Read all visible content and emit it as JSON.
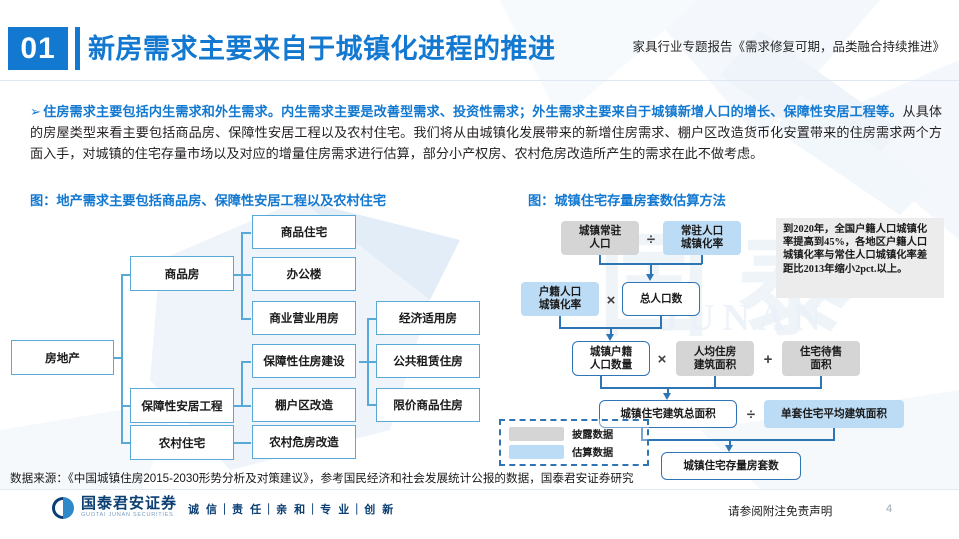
{
  "header": {
    "number": "01",
    "title": "新房需求主要来自于城镇化进程的推进",
    "report": "家具行业专题报告《需求修复可期，品类融合持续推进》"
  },
  "paragraph": {
    "bullet_glyph": "➢",
    "lead": "住房需求主要包括内生需求和外生需求。内生需求主要是改善型需求、投资性需求；外生需求主要来自于城镇新增人口的增长、保障性安居工程等。",
    "rest": "从具体的房屋类型来看主要包括商品房、保障性安居工程以及农村住宅。我们将从由城镇化发展带来的新增住房需求、棚户区改造货币化安置带来的住房需求两个方面入手，对城镇的住宅存量市场以及对应的增量住房需求进行估算，部分小产权房、农村危房改造所产生的需求在此不做考虑。"
  },
  "figures": {
    "left_caption": "图：地产需求主要包括商品房、保障性安居工程以及农村住宅",
    "right_caption": "图：城镇住宅存量房套数估算方法"
  },
  "tree": {
    "root": "房地产",
    "level2": [
      "商品房",
      "保障性安居工程",
      "农村住宅"
    ],
    "level3": [
      "商品住宅",
      "办公楼",
      "商业营业用房",
      "保障性住房建设",
      "棚户区改造",
      "农村危房改造"
    ],
    "level4": [
      "经济适用房",
      "公共租赁住房",
      "限价商品住房"
    ]
  },
  "flow": {
    "nodes": {
      "urban_resident_pop": "城镇常驻\n人口",
      "resident_urbanization_rate": "常驻人口\n城镇化率",
      "hukou_urbanization_rate": "户籍人口\n城镇化率",
      "total_population": "总人口数",
      "urban_hukou_pop": "城镇户籍\n人口数量",
      "per_capita_area": "人均住房\n建筑面积",
      "unsold_area": "住宅待售\n面积",
      "urban_total_floor_area": "城镇住宅建筑总面积",
      "avg_unit_area": "单套住宅平均建筑面积",
      "urban_housing_stock_units": "城镇住宅存量房套数"
    },
    "operators": {
      "divide1": "÷",
      "multiply1": "×",
      "multiply2": "×",
      "plus1": "+",
      "divide2": "÷"
    },
    "note": "到2020年，全国户籍人口城镇化率提高到45%，各地区户籍人口城镇化率与常住人口城镇化率差距比2013年缩小2pct.以上。",
    "legend": [
      {
        "label": "披露数据",
        "color": "#d5d5d5"
      },
      {
        "label": "估算数据",
        "color": "#bcdcf5"
      }
    ]
  },
  "footer": {
    "source": "数据来源：《中国城镇住房2015-2030形势分析及对策建议》，参考国民经济和社会发展统计公报的数据，国泰君安证券研究",
    "logo_cn": "国泰君安证券",
    "logo_en": "GUOTAI JUNAN SECURITIES",
    "slogan": "诚 信｜责 任｜亲 和｜专 业｜创 新",
    "disclaimer": "请参阅附注免责声明",
    "page": "4"
  },
  "colors": {
    "brand_blue": "#1379d0",
    "tree_border": "#58a9d8",
    "flow_border": "#2e75b6",
    "grey_fill": "#d5d5d5",
    "blue_fill": "#bcdcf5"
  }
}
